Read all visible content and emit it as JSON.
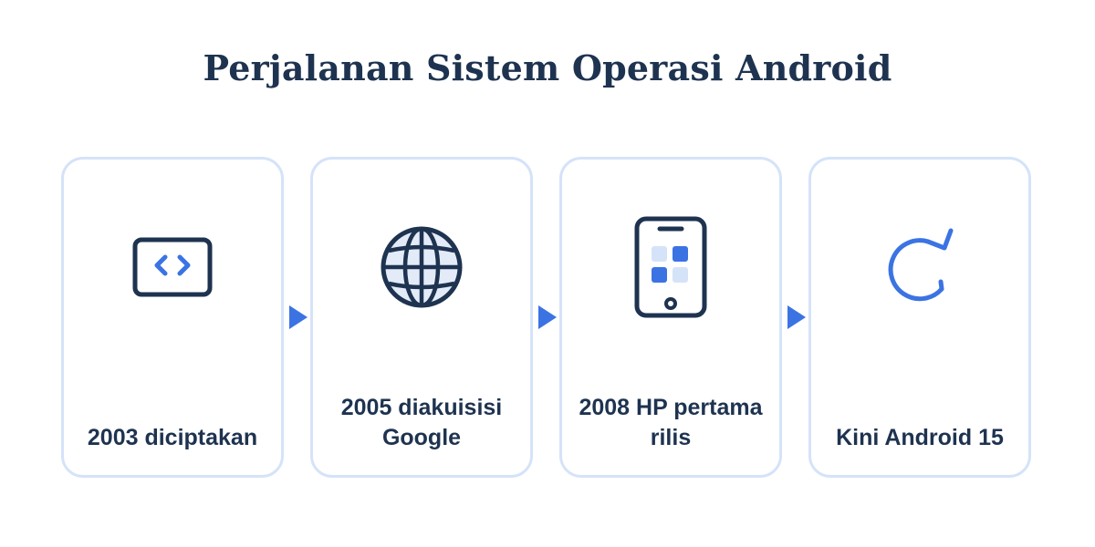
{
  "title": "Perjalanan Sistem Operasi Android",
  "steps": [
    {
      "label": "2003 diciptakan",
      "icon": "code-window-icon"
    },
    {
      "label": "2005 diakuisisi Google",
      "icon": "globe-icon"
    },
    {
      "label": "2008 HP pertama rilis",
      "icon": "smartphone-icon"
    },
    {
      "label": "Kini Android 15",
      "icon": "refresh-icon"
    }
  ],
  "colors": {
    "navy": "#1e3350",
    "accent": "#3b73e3",
    "card_border": "#d5e3f9",
    "light_fill": "#e3ebf8"
  }
}
